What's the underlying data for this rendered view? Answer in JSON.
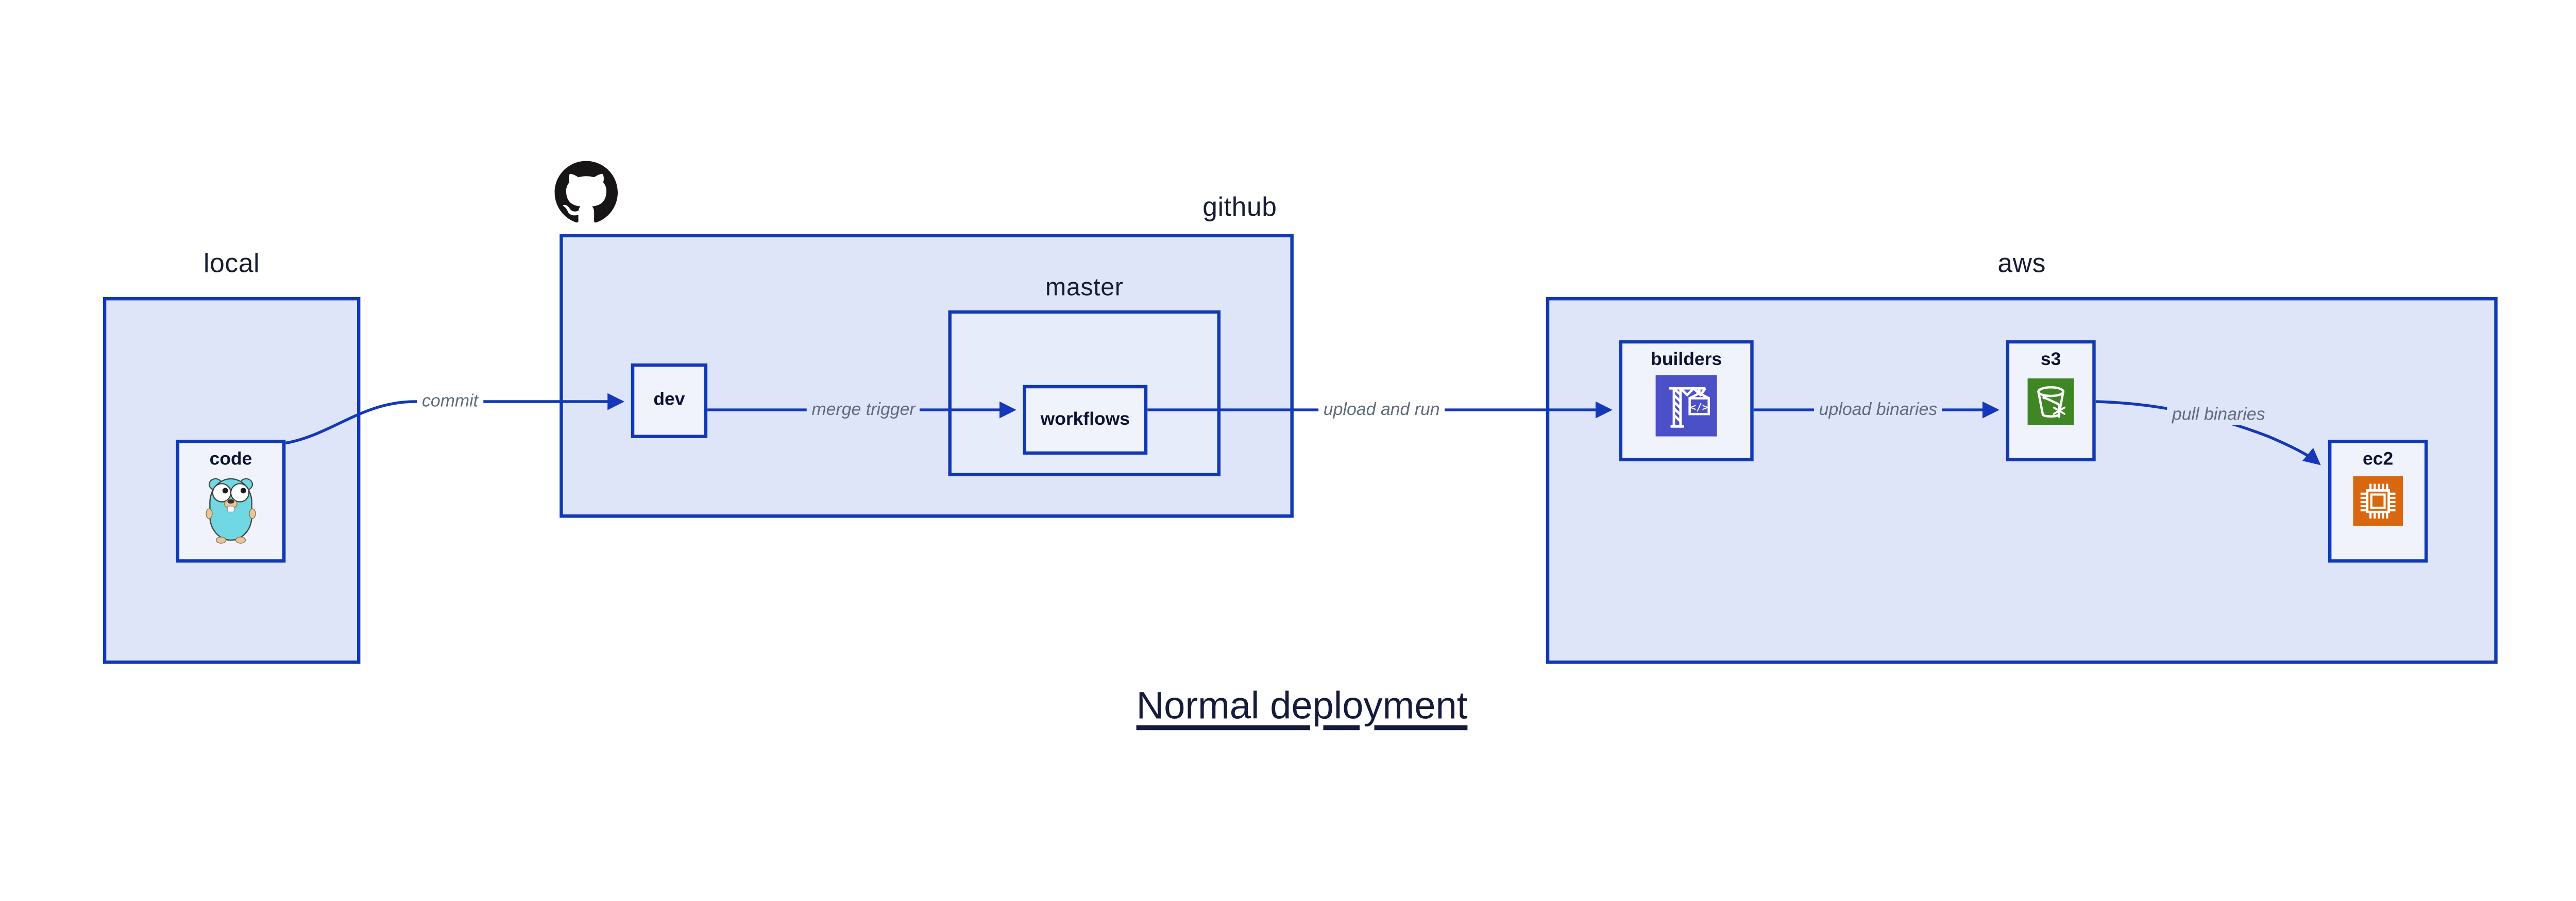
{
  "title": {
    "text": "Normal deployment"
  },
  "containers": {
    "local": {
      "label": "local"
    },
    "github": {
      "label": "github",
      "logo": "github-octocat-logo"
    },
    "master": {
      "label": "master"
    },
    "aws": {
      "label": "aws"
    }
  },
  "nodes": {
    "code": {
      "label": "code",
      "icon": "go-gopher"
    },
    "dev": {
      "label": "dev"
    },
    "workflows": {
      "label": "workflows"
    },
    "builders": {
      "label": "builders",
      "icon": "aws-codebuild-crane",
      "icon_text": "</>"
    },
    "s3": {
      "label": "s3",
      "icon": "aws-s3-glacier-bucket"
    },
    "ec2": {
      "label": "ec2",
      "icon": "aws-ec2-chip"
    }
  },
  "edges": {
    "commit": {
      "label": "commit",
      "from": "code",
      "to": "dev"
    },
    "merge_trigger": {
      "label": "merge trigger",
      "from": "dev",
      "to": "workflows"
    },
    "upload_and_run": {
      "label": "upload and run",
      "from": "workflows",
      "to": "builders"
    },
    "upload_binaries": {
      "label": "upload binaries",
      "from": "builders",
      "to": "s3"
    },
    "pull_binaries": {
      "label": "pull binaries",
      "from": "s3",
      "to": "ec2"
    }
  },
  "theme": {
    "edge_blue": "#1438b8",
    "border_blue": "#1239b4",
    "container_fill": "#dee5f9",
    "master_fill": "#e7ecfb",
    "node_fill": "#f0f3fc",
    "label_navy": "#181c33",
    "node_label_navy": "#0e1233",
    "edge_label_gray": "#616b7a",
    "title_navy": "#161b3a",
    "github_black": "#171515",
    "codebuild_purple": "#4b50c8",
    "s3_green": "#3f8624",
    "ec2_orange": "#d9670f",
    "gopher_teal": "#6fd8e2",
    "gopher_skin": "#e6c79c"
  }
}
